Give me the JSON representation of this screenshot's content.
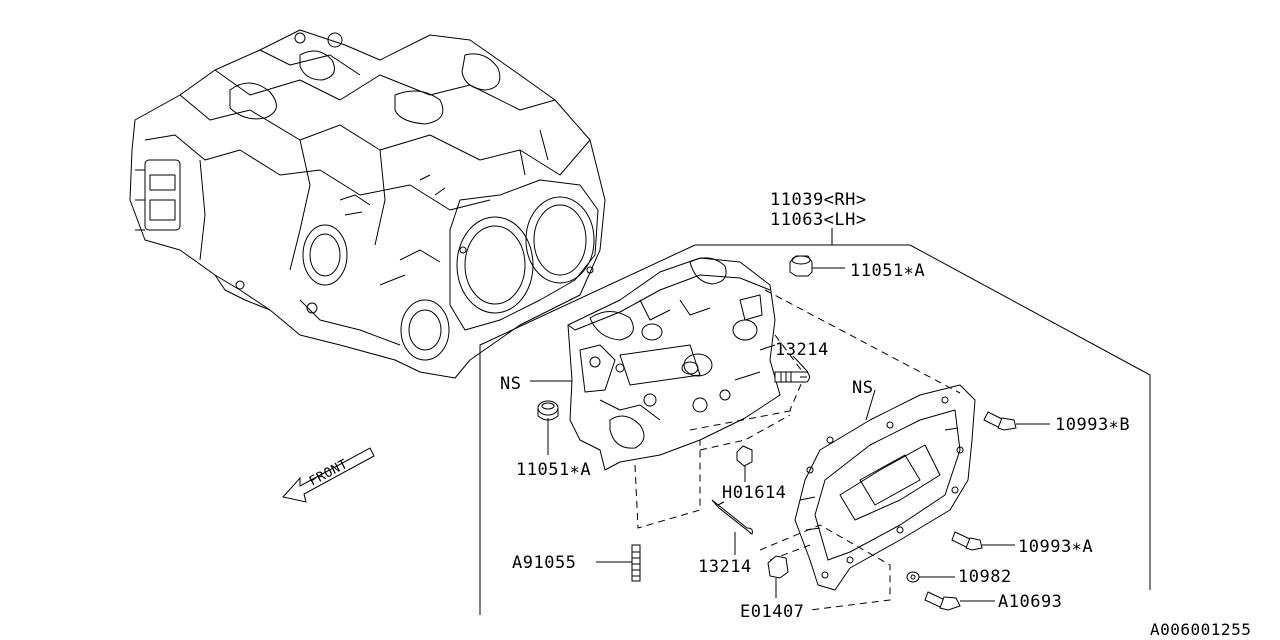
{
  "callouts": {
    "head_rh": "11039<RH>",
    "head_lh": "11063<LH>",
    "plug_top": "11051∗A",
    "stud_upper": "13214",
    "ns_head": "NS",
    "ns_cover": "NS",
    "plug_left": "11051∗A",
    "bolt_b": "10993∗B",
    "pin": "H01614",
    "bolt_a": "10993∗A",
    "dowel": "A91055",
    "stud_lower": "13214",
    "washer": "10982",
    "bolt_a10693": "A10693",
    "cap": "E01407"
  },
  "front_marker": "FRONT",
  "diagram_code": "A006001255"
}
